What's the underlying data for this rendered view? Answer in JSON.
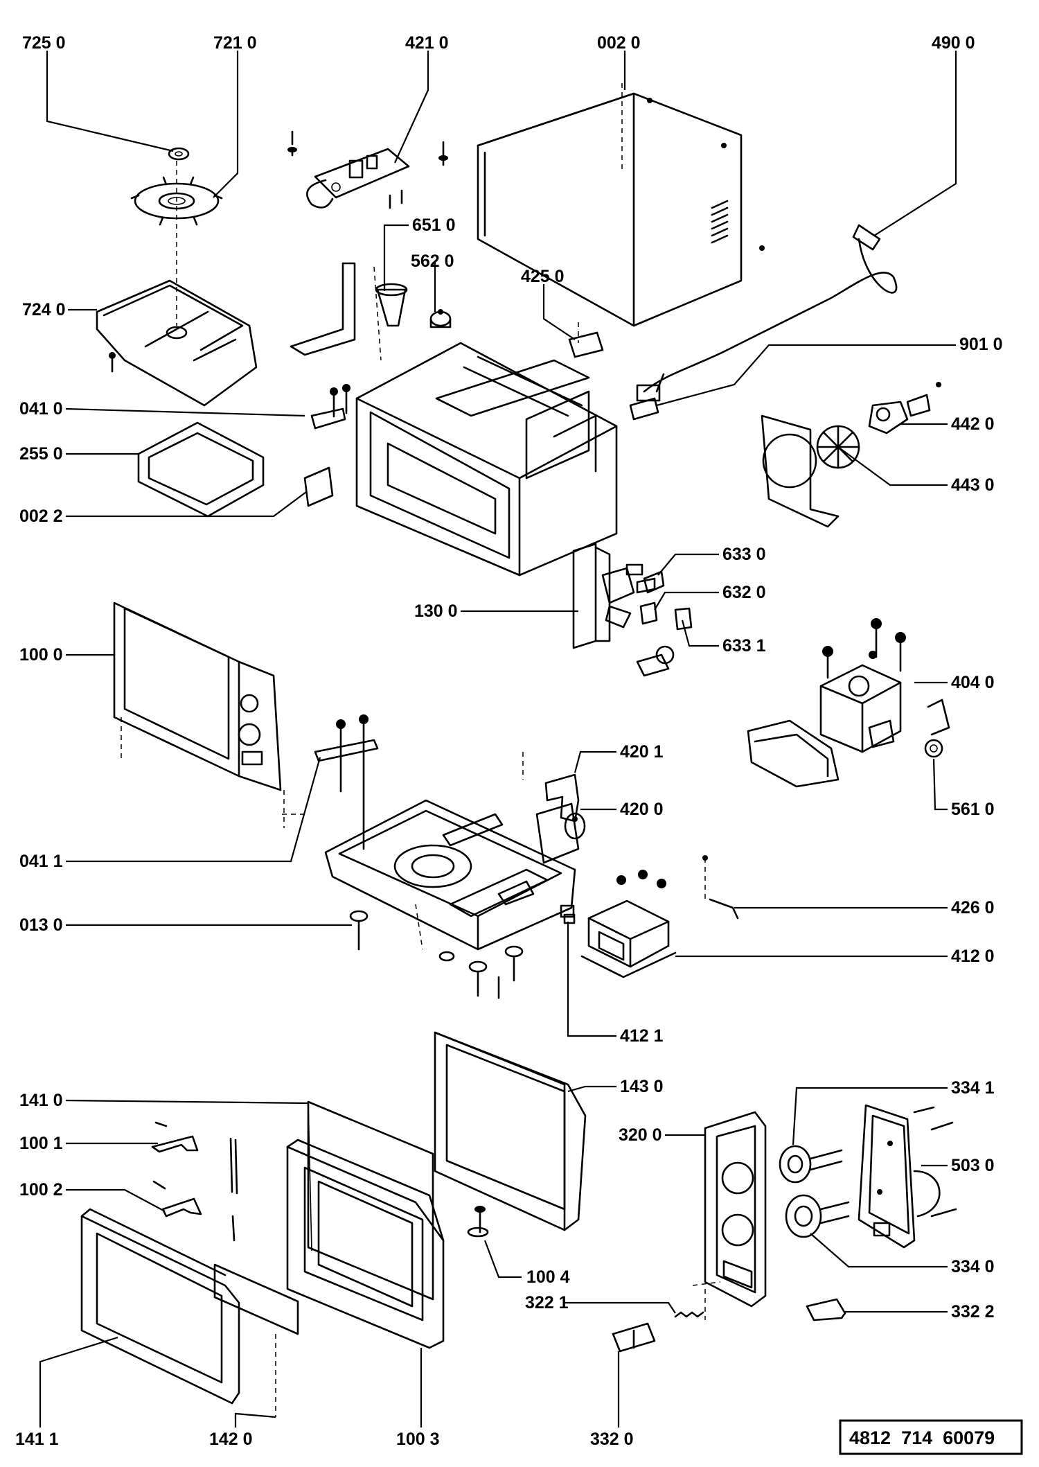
{
  "drawing_number": "4812  714  60079",
  "labels": {
    "p7250": "725 0",
    "p7210": "721 0",
    "p4210": "421 0",
    "p0020": "002 0",
    "p4900": "490 0",
    "p6510": "651 0",
    "p5620": "562 0",
    "p4250": "425 0",
    "p7240": "724 0",
    "p9010": "901 0",
    "p0410": "041 0",
    "p4420": "442 0",
    "p2550": "255 0",
    "p4430": "443 0",
    "p0022": "002 2",
    "p6330": "633 0",
    "p6320": "632 0",
    "p1300": "130 0",
    "p6331": "633 1",
    "p1000": "100 0",
    "p4040": "404 0",
    "p4201": "420 1",
    "p4200": "420 0",
    "p5610": "561 0",
    "p0411": "041 1",
    "p4260": "426 0",
    "p0130": "013 0",
    "p4120": "412 0",
    "p4121": "412 1",
    "p1430": "143 0",
    "p1410": "141 0",
    "p3341": "334 1",
    "p1001": "100 1",
    "p3200": "320 0",
    "p5030": "503 0",
    "p1002": "100 2",
    "p3340": "334 0",
    "p1004": "100 4",
    "p3221": "322 1",
    "p3322": "332 2",
    "p1411": "141 1",
    "p1420": "142 0",
    "p1003": "100 3",
    "p3320": "332 0"
  }
}
